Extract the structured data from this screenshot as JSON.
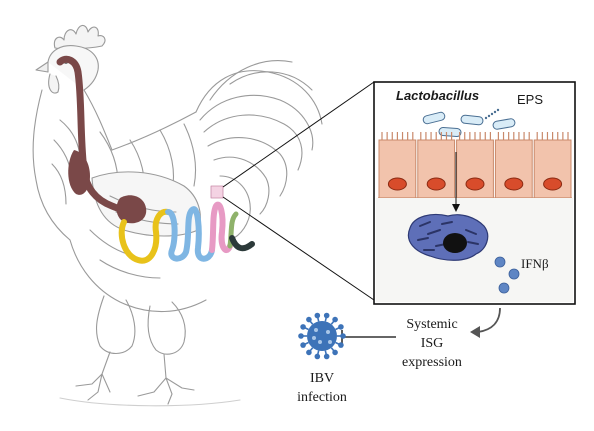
{
  "panel": {
    "bacteria_label": "Lactobacillus",
    "eps_label": "EPS",
    "ifn_label": "IFNβ"
  },
  "systemic": {
    "line1": "Systemic",
    "line2": "ISG",
    "line3": "expression"
  },
  "virus": {
    "line1": "IBV",
    "line2": "infection"
  },
  "colors": {
    "oral_esophagus": "#7a4848",
    "small_intestine_yellow": "#e8c21a",
    "small_intestine_blue": "#7fb6e3",
    "ileum_pink": "#e79ac4",
    "cecum_green": "#8fb26b",
    "colon_dark": "#2c3a3a",
    "epithelium": "#f2c3ac",
    "nucleus": "#d84c2b",
    "immune_cell": "#5e6fb8",
    "ifn_dot": "#5f86c4",
    "virus": "#3d73b8"
  }
}
